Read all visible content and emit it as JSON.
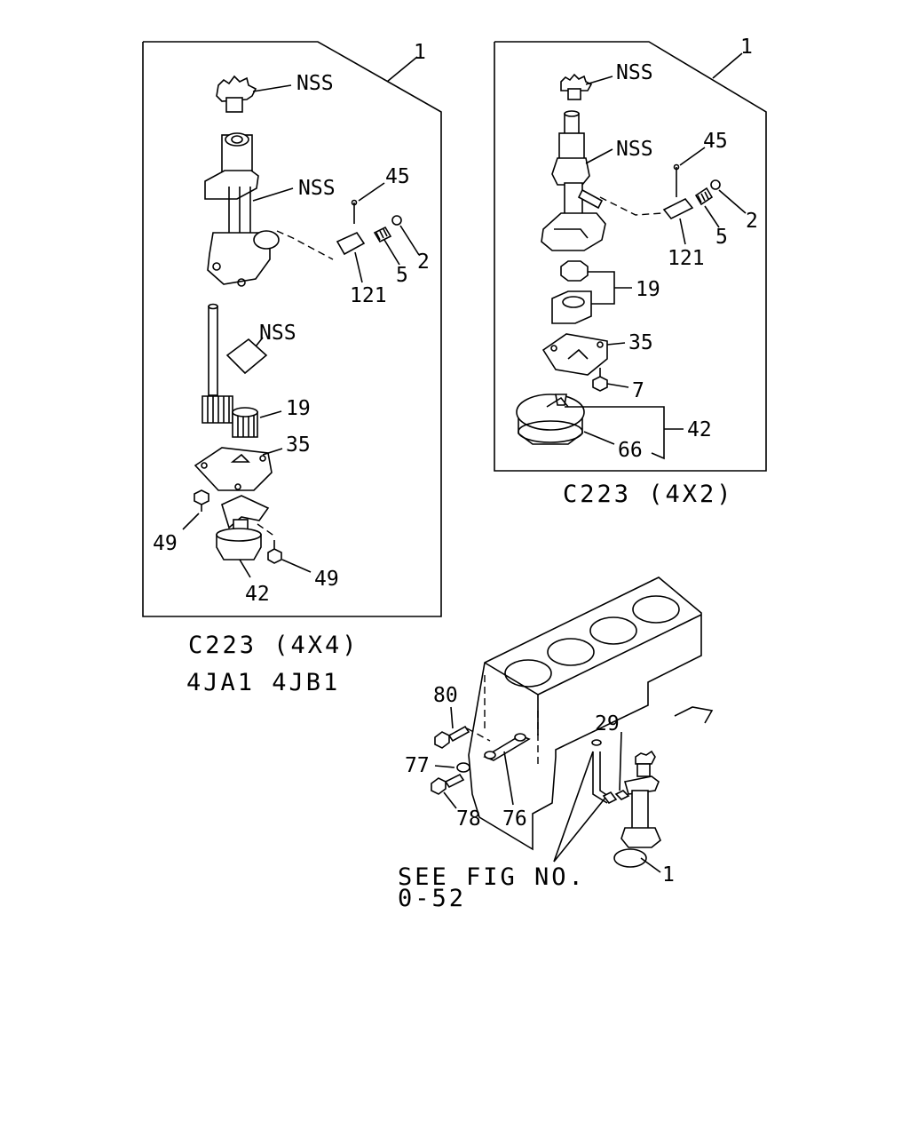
{
  "panel_4x4": {
    "callouts": {
      "top": "1",
      "nss_gear": "NSS",
      "nss_body": "NSS",
      "c45": "45",
      "c2": "2",
      "c5": "5",
      "c121": "121",
      "nss_shaft": "NSS",
      "c19": "19",
      "c35": "35",
      "c49a": "49",
      "c49b": "49",
      "c42": "42"
    },
    "caption_line1": "C223 (4X4)",
    "caption_line2": "4JA1  4JB1"
  },
  "panel_4x2": {
    "callouts": {
      "top": "1",
      "nss_gear": "NSS",
      "nss_body": "NSS",
      "c45": "45",
      "c2": "2",
      "c5": "5",
      "c121": "121",
      "c19": "19",
      "c35": "35",
      "c7": "7",
      "c42": "42",
      "c66": "66"
    },
    "caption": "C223 (4X2)"
  },
  "engine_view": {
    "callouts": {
      "c80": "80",
      "c77": "77",
      "c78": "78",
      "c76": "76",
      "c29": "29",
      "c1": "1"
    },
    "see_fig_line1": "SEE FIG NO.",
    "see_fig_line2": "0-52"
  }
}
